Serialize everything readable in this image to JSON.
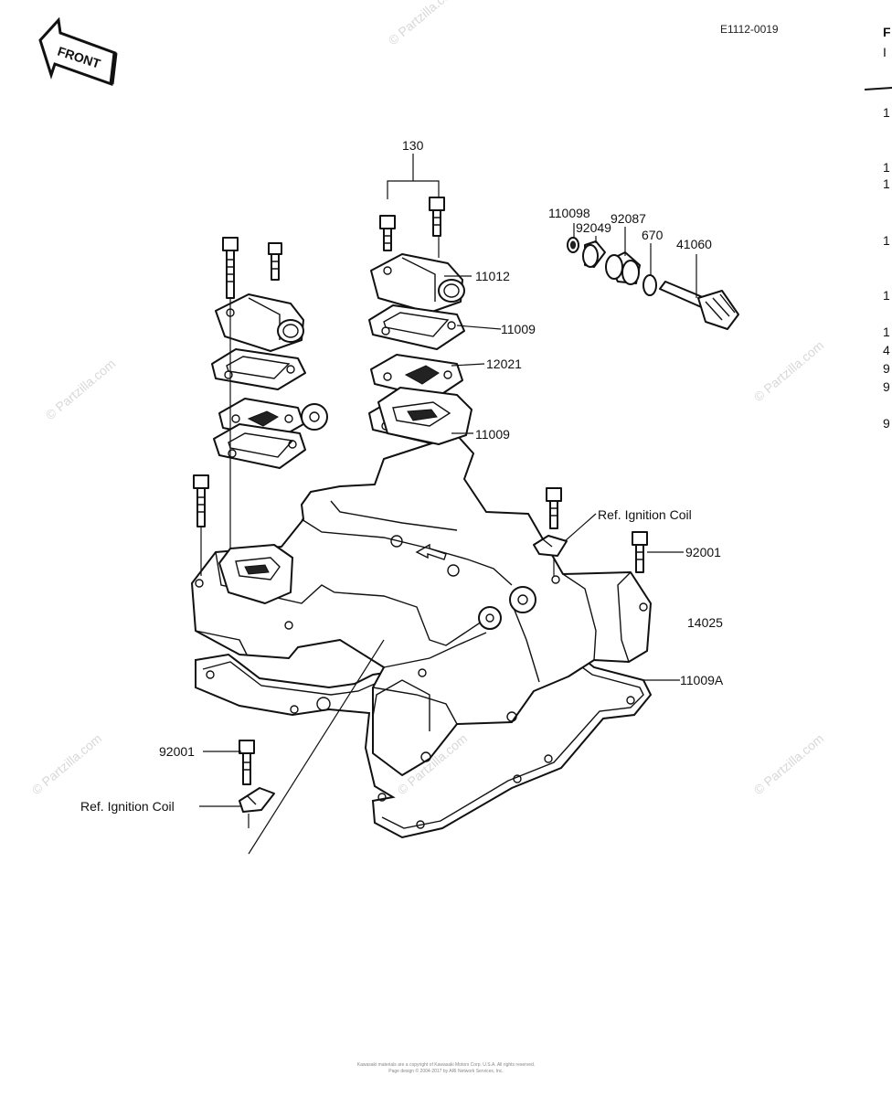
{
  "front_label": "FRONT",
  "diagram_code": "E1112-0019",
  "callouts": {
    "c130": "130",
    "c11012": "11012",
    "c11009_top": "11009",
    "c12021": "12021",
    "c11009_mid": "11009",
    "c110098": "110098",
    "c92049": "92049",
    "c92087": "92087",
    "c670": "670",
    "c41060": "41060",
    "ref_coil_right": "Ref.  Ignition Coil",
    "c92001_right": "92001",
    "c14025": "14025",
    "c11009A": "11009A",
    "c92001_left": "92001",
    "ref_coil_left": "Ref.  Ignition Coil"
  },
  "watermarks": [
    "© Partzilla.com",
    "© Partzilla.com",
    "© Partzilla.com",
    "© Partzilla.com",
    "© Partzilla.com",
    "© Partzilla.com"
  ],
  "footer": {
    "line1": "Kawasaki materials are a copyright of Kawasaki Motors Corp. U.S.A. All rights reserved.",
    "line2": "Page design © 2004-2017 by ARI Network Services, Inc."
  },
  "right_edge_fragments": [
    "F",
    "I",
    "1",
    "1",
    "1",
    "1",
    "1",
    "1",
    "4",
    "9",
    "9",
    "9"
  ]
}
